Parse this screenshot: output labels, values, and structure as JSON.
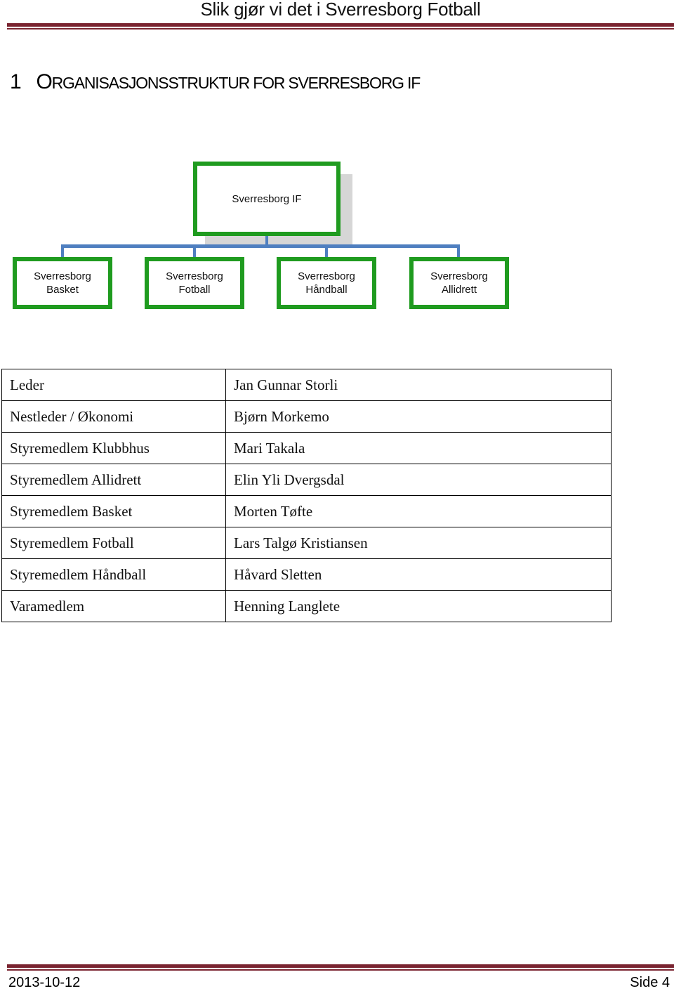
{
  "header": {
    "title": "Slik gjør vi det i Sverresborg Fotball"
  },
  "section": {
    "number": "1",
    "title_first": "O",
    "title_rest": "RGANISASJONSSTRUKTUR FOR SVERRESBORG IF"
  },
  "org_chart": {
    "root": "Sverresborg IF",
    "children": [
      {
        "line1": "Sverresborg",
        "line2": "Basket"
      },
      {
        "line1": "Sverresborg",
        "line2": "Fotball"
      },
      {
        "line1": "Sverresborg",
        "line2": "Håndball"
      },
      {
        "line1": "Sverresborg",
        "line2": "Allidrett"
      }
    ]
  },
  "board": [
    {
      "role": "Leder",
      "name": "Jan Gunnar Storli"
    },
    {
      "role": "Nestleder / Økonomi",
      "name": "Bjørn Morkemo"
    },
    {
      "role": "Styremedlem Klubbhus",
      "name": "Mari Takala"
    },
    {
      "role": "Styremedlem Allidrett",
      "name": "Elin Yli Dvergsdal"
    },
    {
      "role": "Styremedlem Basket",
      "name": "Morten Tøfte"
    },
    {
      "role": "Styremedlem Fotball",
      "name": "Lars Talgø Kristiansen"
    },
    {
      "role": "Styremedlem Håndball",
      "name": "Håvard Sletten"
    },
    {
      "role": "Varamedlem",
      "name": "Henning Langlete"
    }
  ],
  "footer": {
    "date": "2013-10-12",
    "page": "Side 4"
  },
  "colors": {
    "accent_rule": "#7a2430",
    "box_border": "#1f9b1f",
    "connector": "#4f7fc0"
  }
}
